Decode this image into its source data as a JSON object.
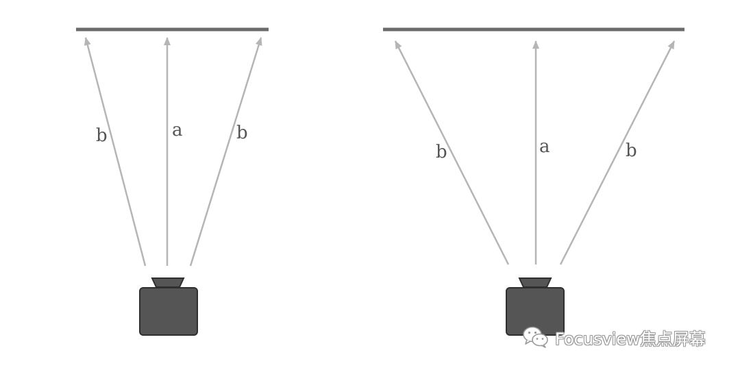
{
  "colors": {
    "screen": "#6b6b6b",
    "ray": "#b5b5b5",
    "projector_body": "#555555",
    "projector_outline": "#2f2f2f",
    "label": "#555555"
  },
  "diagrams": [
    {
      "labels": {
        "center": "a",
        "left": "b",
        "right": "b"
      }
    },
    {
      "labels": {
        "center": "a",
        "left": "b",
        "right": "b"
      }
    }
  ],
  "watermark": {
    "icon": "wechat-icon",
    "text": "Focusview焦点屏幕"
  }
}
